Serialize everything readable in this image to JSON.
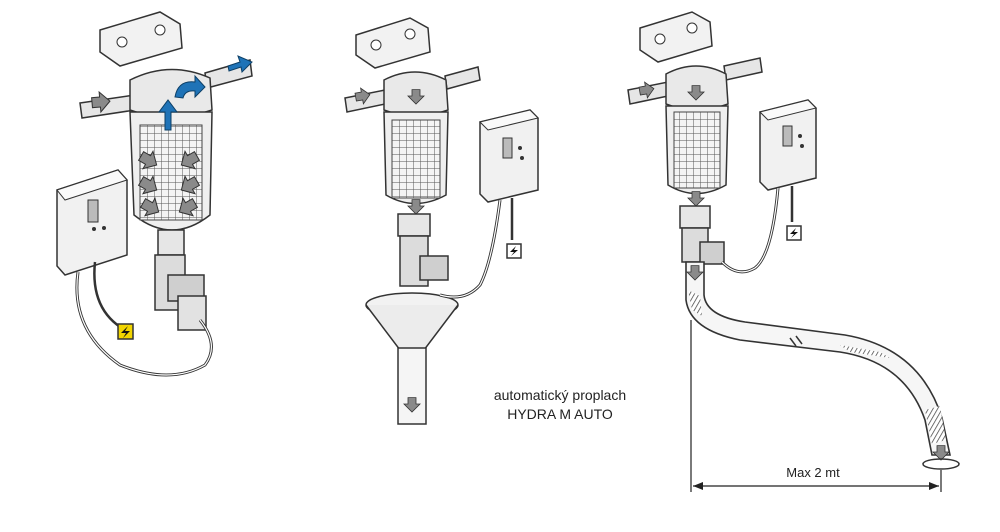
{
  "caption": {
    "line1": "automatický proplach",
    "line2": "HYDRA M AUTO"
  },
  "dimension": {
    "label": "Max 2 mt"
  },
  "colors": {
    "flow_arrow": "#1f73b7",
    "power_badge": "#f2d500",
    "line": "#333333",
    "shade": "#cfcfcf"
  },
  "icons": {
    "power": "lightning-icon",
    "flow": "arrow-icon",
    "drain": "arrow-down-icon"
  }
}
